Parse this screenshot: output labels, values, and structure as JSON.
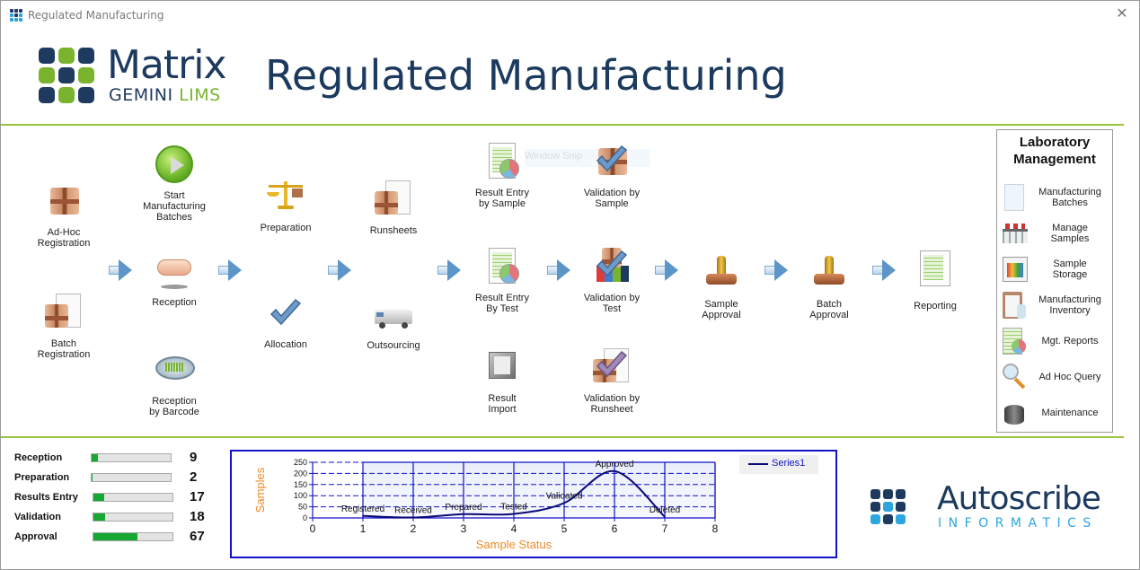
{
  "window": {
    "title": "Regulated Manufacturing",
    "close_icon": "close-icon"
  },
  "brand": {
    "logo_main": "Matrix",
    "logo_sub1": "GEMINI",
    "logo_sub2": "LIMS",
    "colors": {
      "navy": "#1e3a5f",
      "green": "#7ab32e",
      "divider": "#9ac43c"
    }
  },
  "page_title": "Regulated Manufacturing",
  "workflow": {
    "items": [
      {
        "id": "ad-hoc-registration",
        "label": "Ad-Hoc\nRegistration",
        "icon": "box-icon"
      },
      {
        "id": "batch-registration",
        "label": "Batch\nRegistration",
        "icon": "batch-document-icon"
      },
      {
        "id": "start-manufacturing-batches",
        "label": "Start\nManufacturing\nBatches",
        "icon": "play-icon"
      },
      {
        "id": "reception",
        "label": "Reception",
        "icon": "handshake-icon"
      },
      {
        "id": "reception-by-barcode",
        "label": "Reception\nby Barcode",
        "icon": "barcode-icon"
      },
      {
        "id": "preparation",
        "label": "Preparation",
        "icon": "scales-icon"
      },
      {
        "id": "allocation",
        "label": "Allocation",
        "icon": "checkmark-icon"
      },
      {
        "id": "runsheets",
        "label": "Runsheets",
        "icon": "runsheet-icon"
      },
      {
        "id": "outsourcing",
        "label": "Outsourcing",
        "icon": "van-icon"
      },
      {
        "id": "result-entry-by-sample",
        "label": "Result Entry\nby Sample",
        "icon": "spreadsheet-chart-icon"
      },
      {
        "id": "result-entry-by-test",
        "label": "Result Entry\nBy Test",
        "icon": "spreadsheet-chart-icon"
      },
      {
        "id": "result-import",
        "label": "Result\nImport",
        "icon": "import-icon"
      },
      {
        "id": "validation-by-sample",
        "label": "Validation by\nSample",
        "icon": "box-check-icon"
      },
      {
        "id": "validation-by-test",
        "label": "Validation by\nTest",
        "icon": "test-check-icon"
      },
      {
        "id": "validation-by-runsheet",
        "label": "Validation by\nRunsheet",
        "icon": "runsheet-check-icon"
      },
      {
        "id": "sample-approval",
        "label": "Sample\nApproval",
        "icon": "stamp-icon"
      },
      {
        "id": "batch-approval",
        "label": "Batch\nApproval",
        "icon": "stamp-icon"
      },
      {
        "id": "reporting",
        "label": "Reporting",
        "icon": "report-sheet-icon"
      }
    ],
    "overlay_text": "Window Snip"
  },
  "lab_management": {
    "title": "Laboratory\nManagement",
    "items": [
      {
        "label": "Manufacturing\nBatches",
        "icon": "document-list-icon"
      },
      {
        "label": "Manage\nSamples",
        "icon": "sample-rack-icon"
      },
      {
        "label": "Sample\nStorage",
        "icon": "storage-icon"
      },
      {
        "label": "Manufacturing\nInventory",
        "icon": "clipboard-icon"
      },
      {
        "label": "Mgt. Reports",
        "icon": "report-chart-icon"
      },
      {
        "label": "Ad Hoc Query",
        "icon": "magnifier-icon"
      },
      {
        "label": "Maintenance",
        "icon": "database-icon"
      }
    ]
  },
  "stats": {
    "max": 120,
    "rows": [
      {
        "label": "Reception",
        "value": "9",
        "fraction": 0.075
      },
      {
        "label": "Preparation",
        "value": "2",
        "fraction": 0.017
      },
      {
        "label": "Results Entry",
        "value": "17",
        "fraction": 0.14
      },
      {
        "label": "Validation",
        "value": "18",
        "fraction": 0.15
      },
      {
        "label": "Approval",
        "value": "67",
        "fraction": 0.56
      }
    ],
    "fill_color": "#16a832"
  },
  "chart_data": {
    "type": "line",
    "title": "",
    "xlabel": "Sample Status",
    "ylabel": "Samples",
    "x_ticks": [
      "0",
      "1",
      "2",
      "3",
      "4",
      "5",
      "6",
      "7",
      "8"
    ],
    "y_ticks": [
      "0",
      "50",
      "100",
      "150",
      "200",
      "250"
    ],
    "xlim": [
      0,
      8
    ],
    "ylim": [
      0,
      250
    ],
    "grid": true,
    "legend_position": "top-right",
    "series": [
      {
        "name": "Series1",
        "color": "#0a0a78",
        "x": [
          1,
          2,
          3,
          4,
          5,
          6,
          7
        ],
        "y": [
          9,
          2,
          17,
          18,
          67,
          210,
          5
        ],
        "point_labels": [
          "Registered",
          "Received",
          "Prepared",
          "Tested",
          "Validated",
          "Approved",
          "Deleted"
        ]
      }
    ],
    "axis_label_color": "#f08a24",
    "frame_color": "#1212c8"
  },
  "footer": {
    "partner_name": "Autoscribe",
    "partner_sub": "INFORMATICS"
  }
}
